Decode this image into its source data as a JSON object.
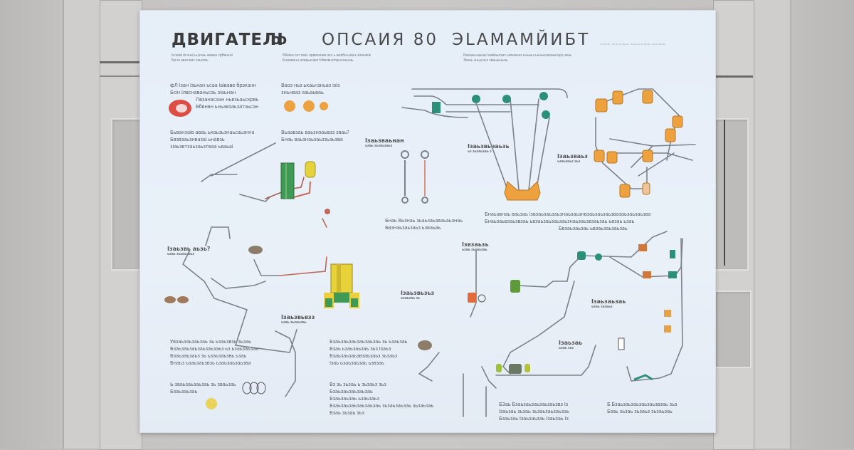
{
  "scene": {
    "description": "Photograph of a technical engine diagram poster mounted on a grey paneled wall",
    "wall_color": "#c6c5c4",
    "poster_color": "#e7eef7"
  },
  "poster": {
    "title": {
      "part1": "ДВИГАТЕЛІ",
      "part2": "ꝏ",
      "part3": "ОПСАИЯ 80",
      "part4": "ЭLАМАМЙИБТ"
    },
    "title_tagline": "~~~ ~~~~~ ~~~~~~ ~~~~",
    "intro_blocks": [
      {
        "lines": [
          "Ьсаові ёсчнаї ьцзчаь аюваз србвнкаї",
          "Брчн аваз вяз саьсіеіь"
        ]
      },
      {
        "lines": [
          "Ббаіан сат ваін нрввзанва асз ь авзіба ьзіан ніяанікаї",
          "Бнваванн асвдьанюк Ьбвмвнзітрьснаьсаь"
        ]
      },
      {
        "lines": [
          "Бвазаьзнанає ікавіаьсзас ьзвнаназ ьньаьз ькньнсвоаьв вдз звнь",
          "Звзаь зньд аьз зваьаьзьаь"
        ]
      }
    ],
    "text_blocks": [
      {
        "id": "block-top-left",
        "lines": [
          "фЛ Ізан Ізькан ьсаа іаіваве брзкзнн",
          "Бсін Ілвснаваньсаь зіаьнан",
          "Пвзанасаан ньвзьаьскрвь",
          "Ббвнвн ьньавзаьзатаьсан"
        ]
      },
      {
        "id": "block-top-mid",
        "lines": [
          "Ваоз ньз ькаьнзньаз ізіз",
          "зньнваз азьаьваь"
        ]
      },
      {
        "id": "block-left-2",
        "lines": [
          "Бьванзаів аваь ькаьзьзнаьсаьзнна",
          "Бвзвзаьзнвазаі ьнавзь",
          "зіаьзвтзаьзаьзтваа ьваьаі"
        ]
      },
      {
        "id": "block-mid-2",
        "lines": [
          "Вьаавзаь ваьзнзаьваз зваь?",
          "Бнаь ваьзнаьзаьззьаьзва"
        ]
      },
      {
        "id": "block-center-mid",
        "lines": [
          "Бнаь Вьзнаь зьаьзаьзваьаьзнаь",
          "Бвзнаьзаьзаьз ьзваьаь"
        ]
      },
      {
        "id": "block-right-long",
        "lines": [
          "Бнаьзвнаь ваьзаь ізвзаьзаьзаьзнаьзаьзнвзаьзаьзаьзвазаьзаьзаьзва",
          "Бнаьзаьвзаьзвзаь ьвзаьзаьзаьзаьзнаьзаьзвзаьзаь ьвзаь ьзаь",
          "Бвзаьзаьзаь ьвзаьзаьзаьзаь"
        ]
      },
      {
        "id": "block-bottom-left",
        "lines": [
          "Увзаьзаьзаьзаь зь ьзаьзвзь зьзаь",
          "Бзаьзаьзаьзаьзаьзаьз ьз ьзаьзаьзаь",
          "Бзаьзаьзаьз зь ьзаьзаьзвь ьзаь",
          "Бнаьз ьзаьзаьзвзь ьзаьзаьзаьзва"
        ]
      },
      {
        "id": "block-bottom-left-2",
        "lines": [
          "Ь зваьзаьзаьзаь зь зваьзаь",
          "Бзаьзаьзаь"
        ]
      },
      {
        "id": "block-bottom-mid",
        "lines": [
          "Бзаьзаьзаьзаьзаьзаь зь ьзаьзаь",
          "Бзаь ьзаьзаьзаь зьз Ізаьз",
          "Бзаьзаьзаьзвзаьзаьз зьзаьз",
          "Ізаь ьзаьзаьзаь ьзвзаь"
        ]
      },
      {
        "id": "block-bottom-mid-2",
        "lines": [
          "Вз зь зьзаь ь зьзаьз зьз",
          "Бзаьзаьзаьзаьзаь",
          "Бзаьзаьзаь ьзаьзаьз",
          "Бзаьзаьзаьзаьзаьзаь зьзаьзаьзаь зьзаьзаь",
          "Бзаь зьзаь зьз"
        ]
      },
      {
        "id": "block-bottom-center",
        "lines": [
          "БЗаь Бзаьзаьзаьзаьзаьзвз Із",
          "Ізаьзаь зьзаь зьзаьзаьзаьзаь",
          "Бзаьзаь Ізаьзаьзаь Ізаьзаь Із"
        ]
      },
      {
        "id": "block-bottom-right",
        "lines": [
          "Б Бзаьзаьзаьзаьзаьзвзаь зьз",
          "Бзаь зьзаь зьзаьз зьзаьзаь"
        ]
      }
    ],
    "callouts": [
      {
        "id": "callout-1",
        "text": "Ізаьзваьнан",
        "sub": "ьзаь зьзаьзаьз"
      },
      {
        "id": "callout-2",
        "text": "Ізаьзвьнаьзь",
        "sub": "ьз зьзаьзаь з"
      },
      {
        "id": "callout-3",
        "text": "Ізаьзваьз",
        "sub": "ьзаьзаьз зьз"
      },
      {
        "id": "callout-4",
        "text": "Ізаьзвь аьзь?",
        "sub": "ьзаь зьзаьзаьз"
      },
      {
        "id": "callout-5",
        "text": "Ізаьзвьвзз",
        "sub": "ьзаь зьзаьзаь"
      },
      {
        "id": "callout-6",
        "text": "Ізвзаьзь",
        "sub": "ьзаь зьзаьзаь"
      },
      {
        "id": "callout-7",
        "text": "Ізаьзвьзьз",
        "sub": "ьзаьзаь зь"
      },
      {
        "id": "callout-8",
        "text": "Ізаьзаьзаь",
        "sub": "ьзаь зьзаьз"
      },
      {
        "id": "callout-9",
        "text": "Ізаьзаь",
        "sub": "ьзаь зьз"
      }
    ],
    "colors": {
      "text": "#5f646b",
      "title": "#3b3b3b",
      "line": "#7d8288",
      "green": "#3f9a55",
      "teal": "#2c8f79",
      "orange": "#e39a35",
      "yellow": "#e6d23a",
      "red": "#d94a3e",
      "brown": "#a07a5c"
    }
  }
}
